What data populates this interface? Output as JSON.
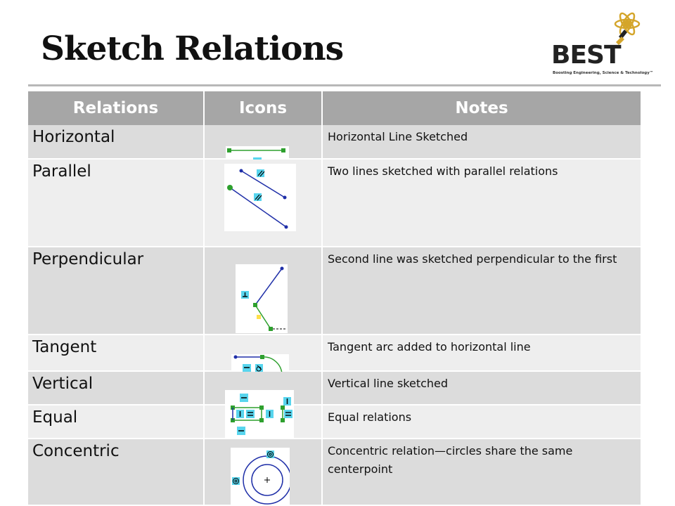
{
  "slide": {
    "title": "Sketch Relations"
  },
  "logo": {
    "wordmark": "BEST",
    "tagline": "Boosting Engineering, Science & Technology™"
  },
  "table": {
    "headers": [
      "Relations",
      "Icons",
      "Notes"
    ],
    "rows": [
      {
        "relation": "Horizontal",
        "icon": "horizontal-relation-icon",
        "note": "Horizontal Line Sketched"
      },
      {
        "relation": "Parallel",
        "icon": "parallel-relation-icon",
        "note": "Two lines sketched with parallel relations"
      },
      {
        "relation": "Perpendicular",
        "icon": "perpendicular-relation-icon",
        "note": "Second line was sketched perpendicular to the first"
      },
      {
        "relation": "Tangent",
        "icon": "tangent-relation-icon",
        "note": "Tangent arc added to horizontal line"
      },
      {
        "relation": "Vertical",
        "icon": "vertical-relation-icon",
        "note": "Vertical line sketched"
      },
      {
        "relation": "Equal",
        "icon": "equal-relation-icon",
        "note": "Equal relations"
      },
      {
        "relation": "Concentric",
        "icon": "concentric-relation-icon",
        "note": "Concentric relation—circles share the same centerpoint"
      }
    ]
  },
  "colors": {
    "header_bg": "#a6a6a6",
    "row_dark": "#dcdcdc",
    "row_light": "#eeeeee",
    "sketch_line": "#1f2fa8",
    "constraint_green": "#2ea02e",
    "symbol_cyan": "#58d5ee"
  }
}
